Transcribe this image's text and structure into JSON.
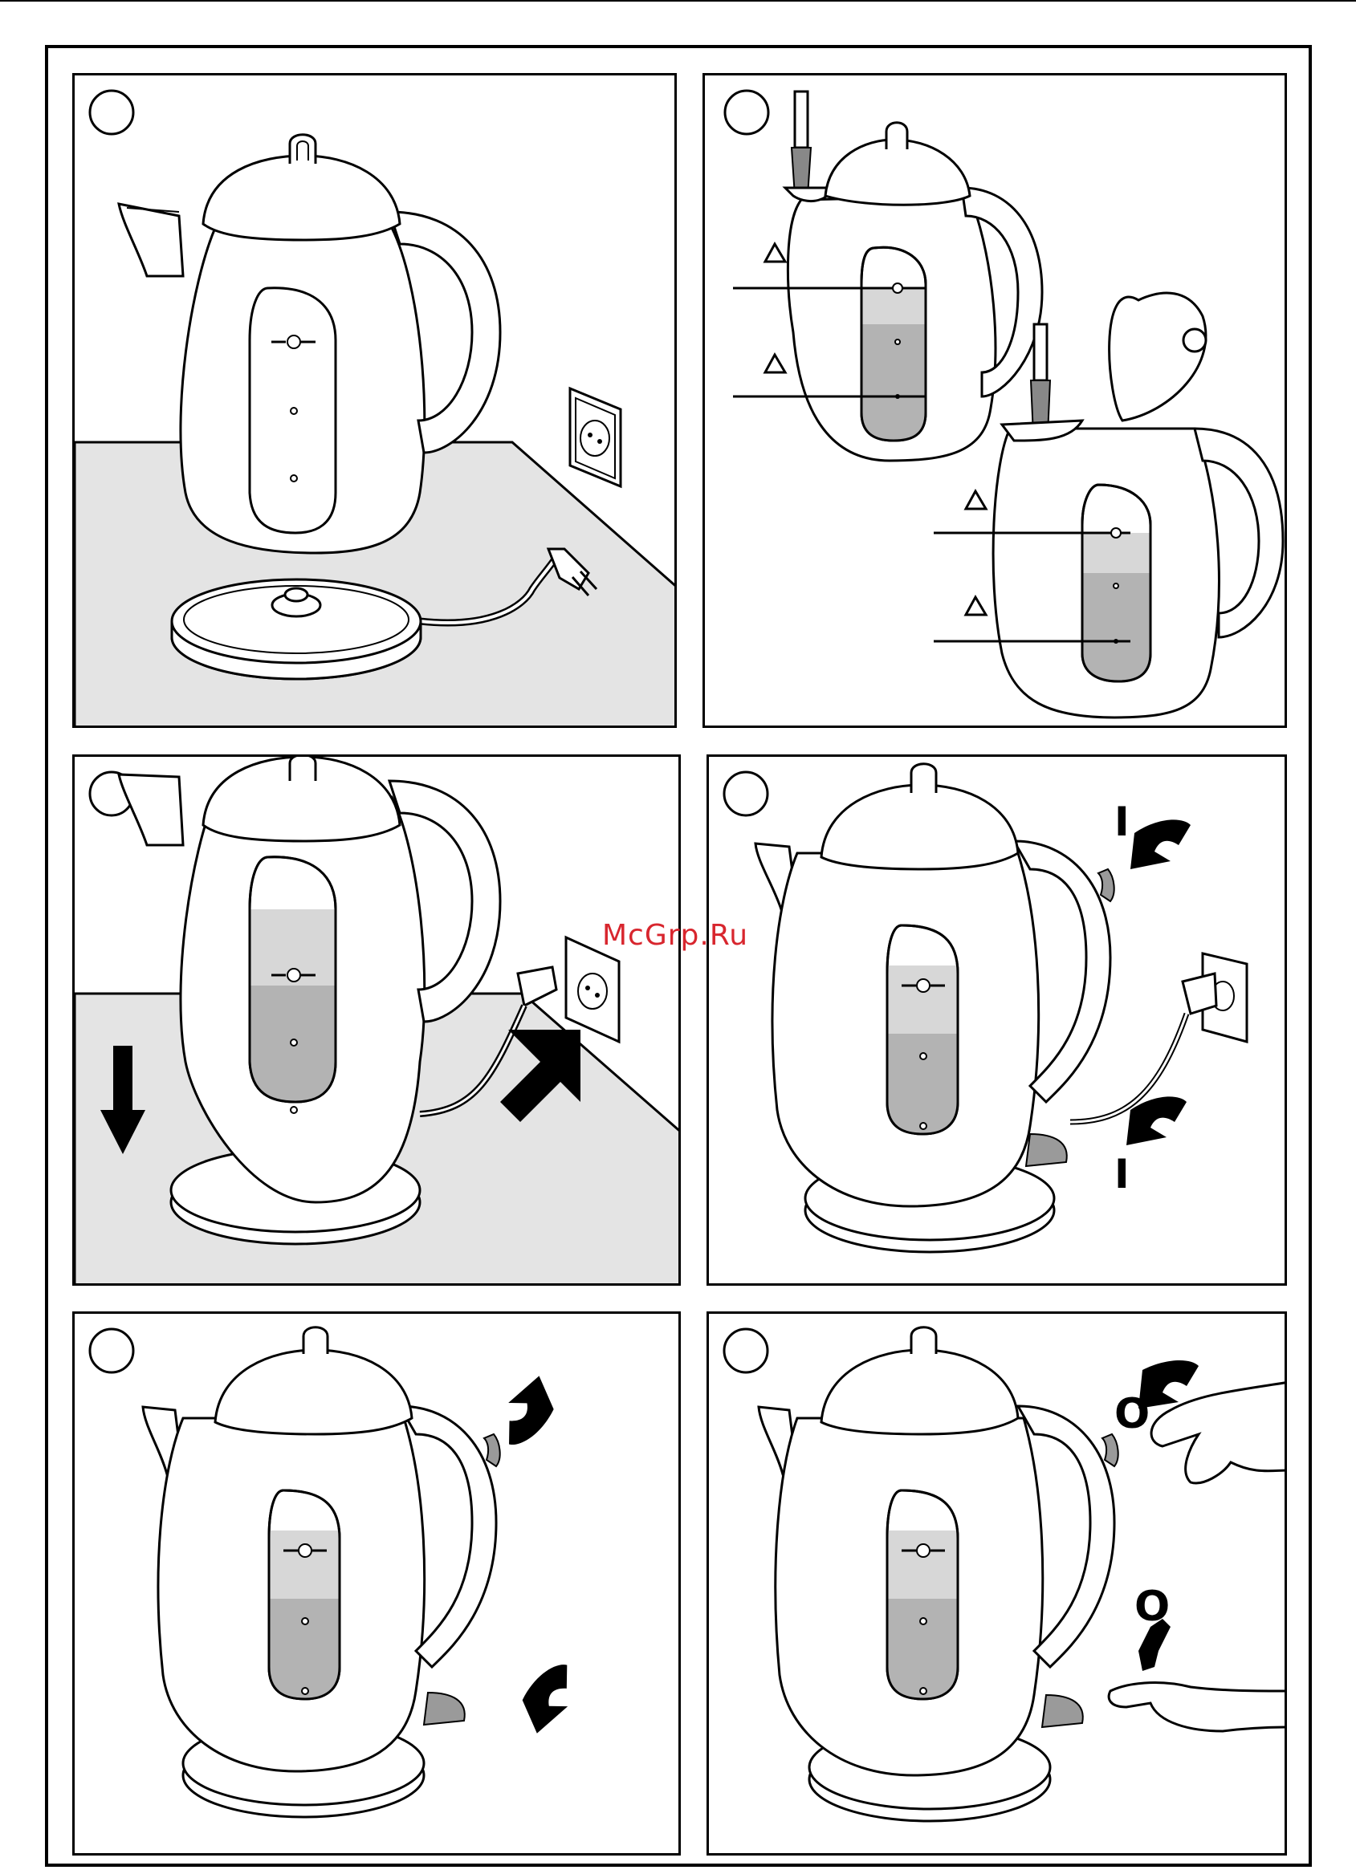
{
  "watermark": "McGrp.Ru",
  "panels": [
    {
      "id": "panel-1",
      "step": "place-kettle-on-base"
    },
    {
      "id": "panel-2",
      "step": "fill-between-max-min"
    },
    {
      "id": "panel-3",
      "step": "place-on-base-and-plug-in"
    },
    {
      "id": "panel-4",
      "step": "switch-on"
    },
    {
      "id": "panel-5",
      "step": "automatic-switch-off"
    },
    {
      "id": "panel-6",
      "step": "switch-off-manually"
    }
  ],
  "switch_labels": {
    "on": "I",
    "off": "O"
  },
  "colors": {
    "floor": "#e4e4e4",
    "water_light": "#d7d7d7",
    "water_dark": "#b3b3b3",
    "switch": "#9a9a9a",
    "ink": "#000000"
  }
}
